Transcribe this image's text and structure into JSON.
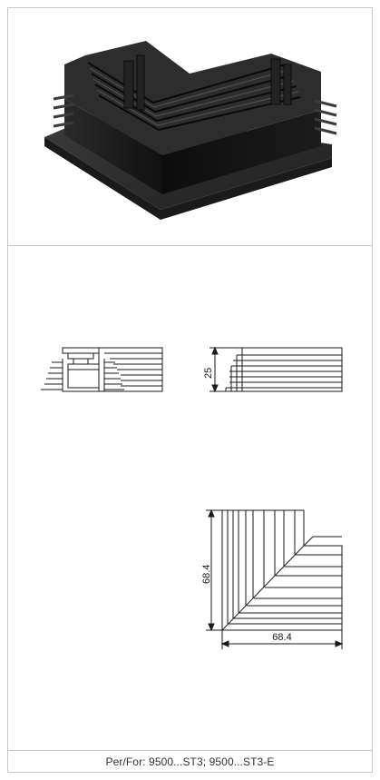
{
  "drawings": {
    "height_dimension": "25",
    "side_dimension": "68.4",
    "width_dimension": "68.4"
  },
  "caption": {
    "text": "Per/For: 9500...ST3; 9500...ST3-E"
  },
  "colors": {
    "frame": "#c8c8c8",
    "line": "#1a1a1a",
    "body_black": "#141414",
    "body_highlight": "#3a3a3a"
  }
}
